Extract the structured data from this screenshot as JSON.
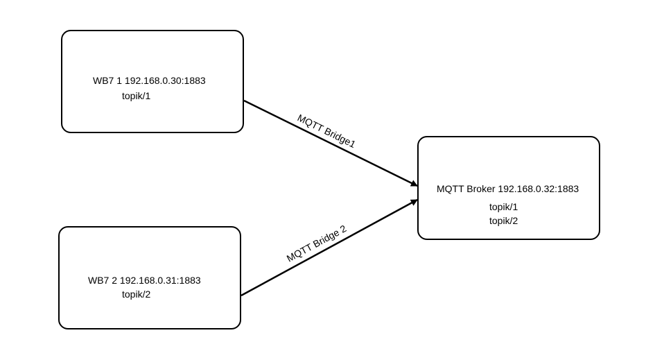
{
  "diagram": {
    "nodes": [
      {
        "id": "wb7-1",
        "title": "WB7 1 192.168.0.30:1883",
        "topics": [
          "topik/1"
        ]
      },
      {
        "id": "wb7-2",
        "title": "WB7 2 192.168.0.31:1883",
        "topics": [
          "topik/2"
        ]
      },
      {
        "id": "broker",
        "title": "MQTT Broker 192.168.0.32:1883",
        "topics": [
          "topik/1",
          "topik/2"
        ]
      }
    ],
    "edges": [
      {
        "from": "wb7-1",
        "to": "broker",
        "label": "MQTT Bridge1"
      },
      {
        "from": "wb7-2",
        "to": "broker",
        "label": "MQTT Bridge 2"
      }
    ]
  },
  "colors": {
    "background": "#ffffff",
    "stroke": "#000000",
    "text": "#000000"
  }
}
